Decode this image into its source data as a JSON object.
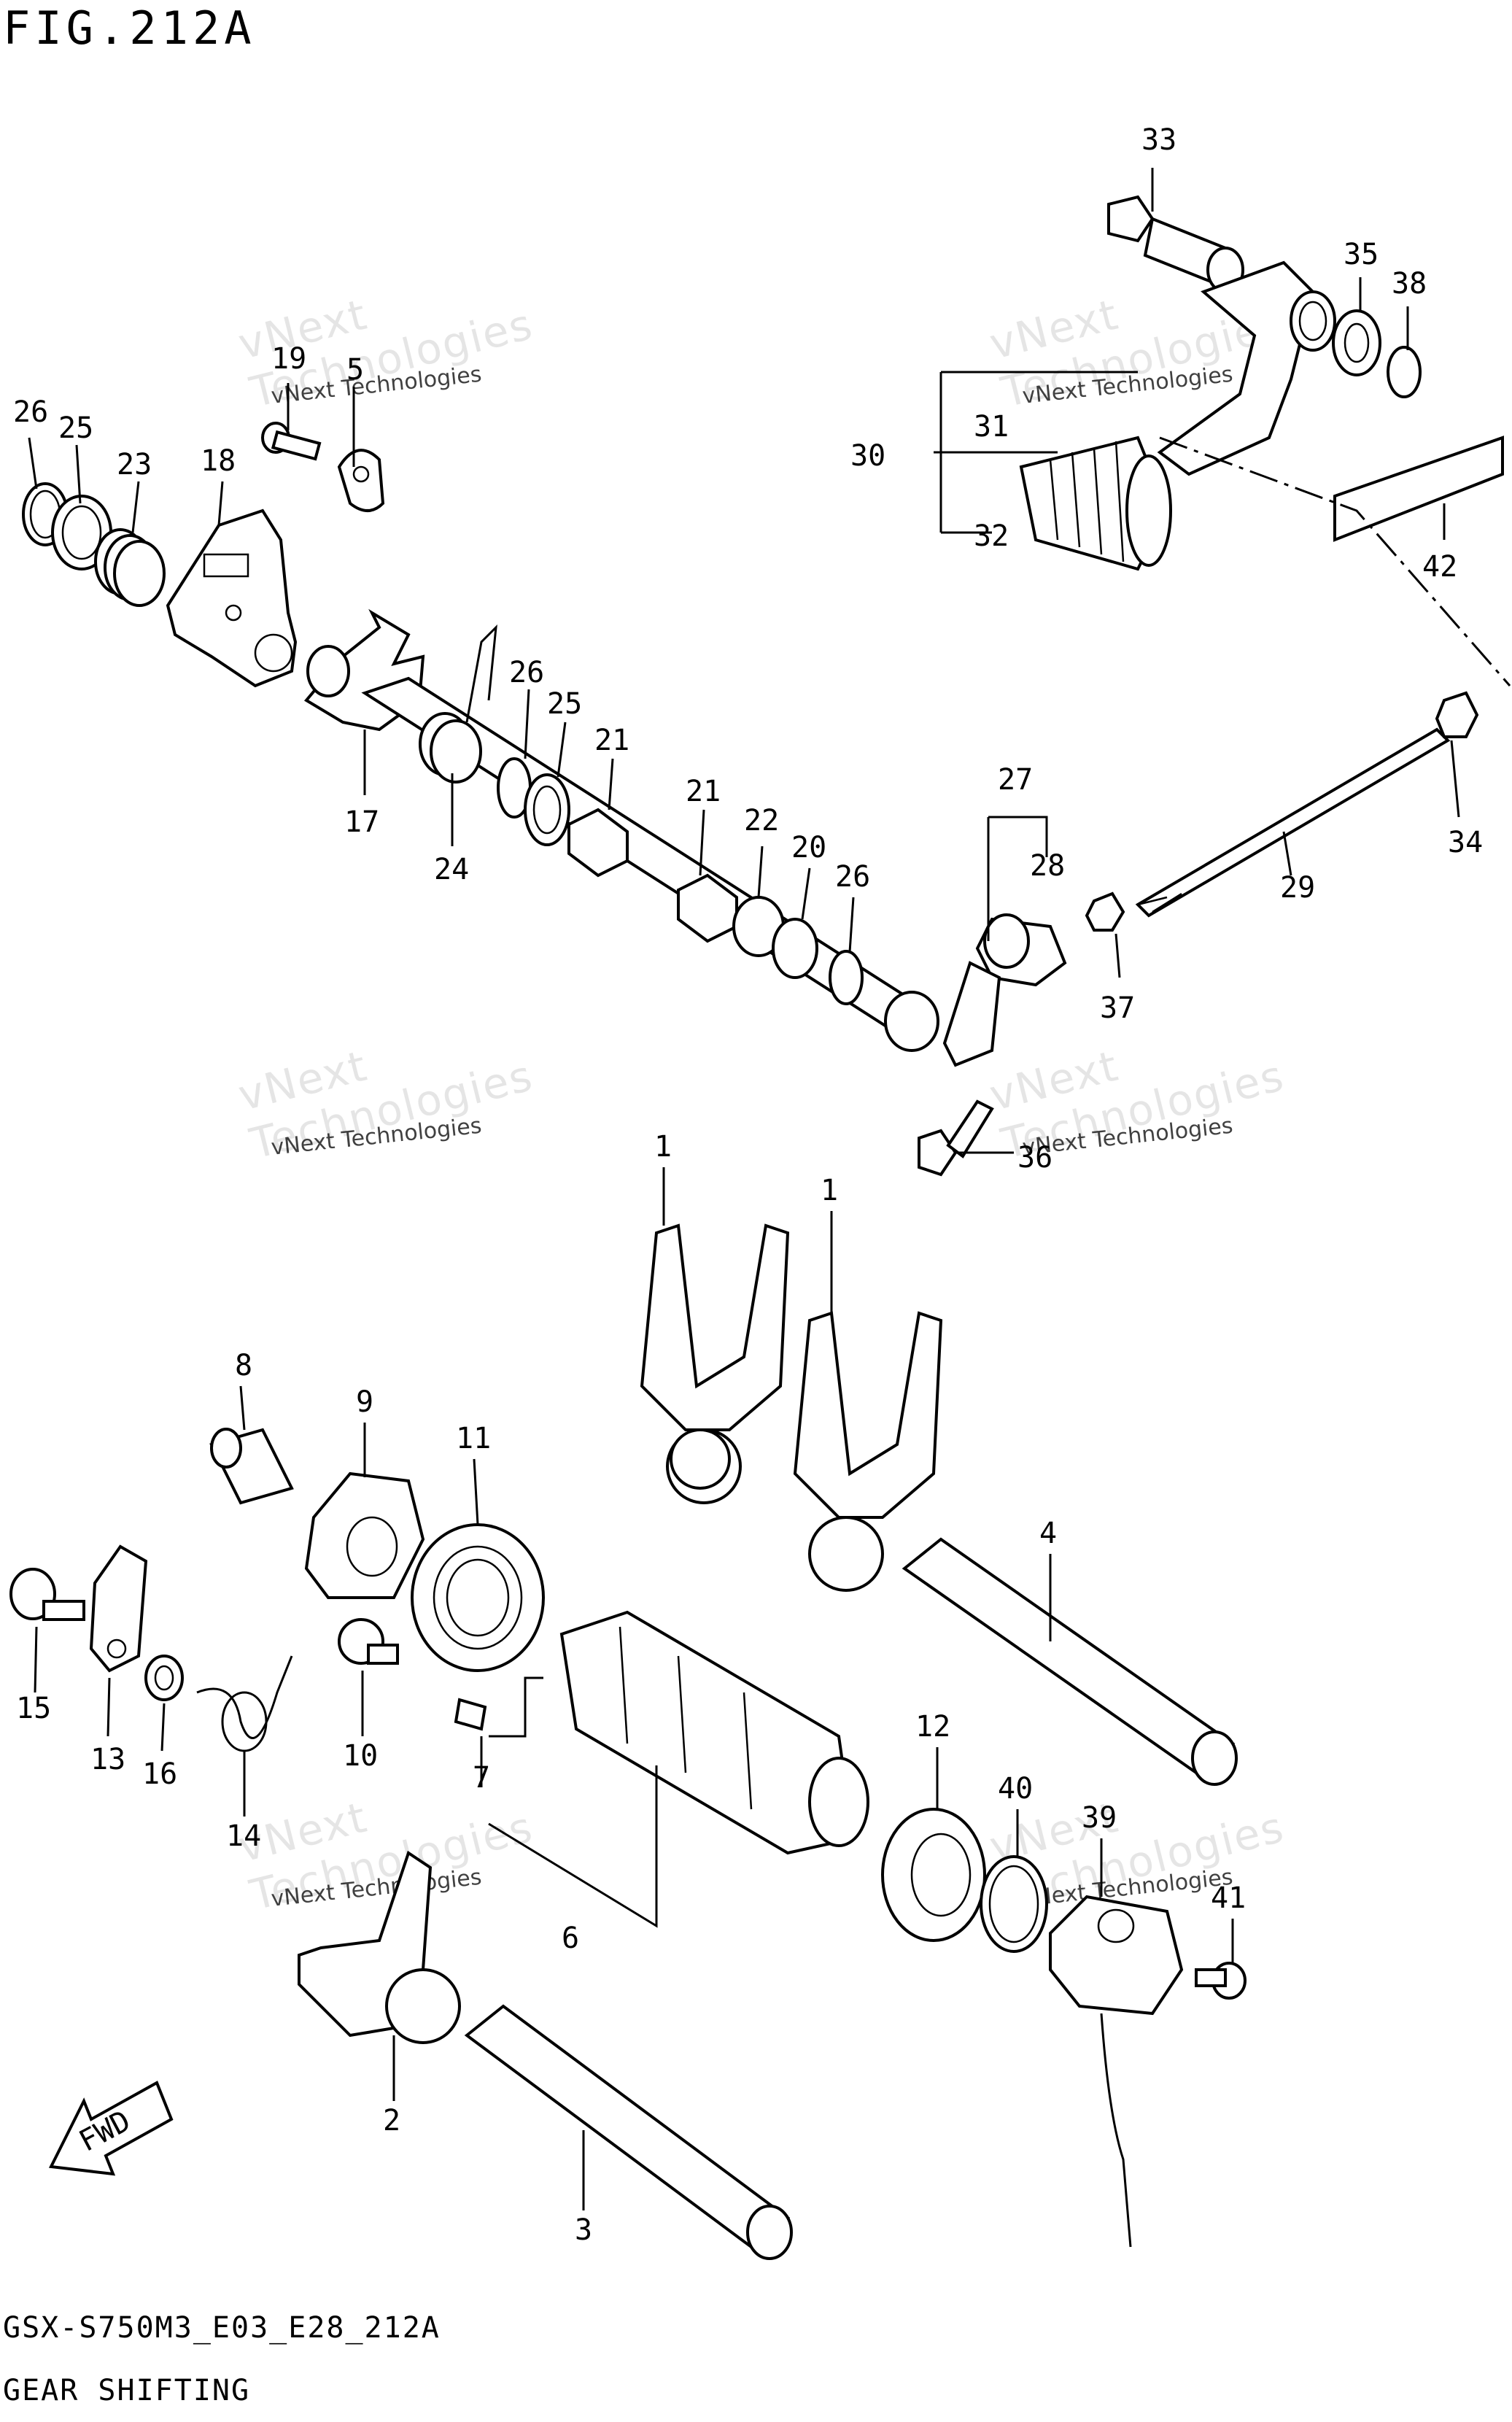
{
  "figure_title": "FIG.212A",
  "footer": {
    "model_code": "GSX-S750M3_E03_E28_212A",
    "section_name": "GEAR SHIFTING"
  },
  "watermark": {
    "brand_large": "vNext",
    "brand_sub": "Technologies",
    "brand_small": "vNext Technologies"
  },
  "callouts": {
    "c1a": "1",
    "c1b": "1",
    "c2": "2",
    "c3": "3",
    "c4": "4",
    "c5": "5",
    "c6": "6",
    "c7": "7",
    "c8": "8",
    "c9": "9",
    "c10": "10",
    "c11": "11",
    "c12": "12",
    "c13": "13",
    "c14": "14",
    "c15": "15",
    "c16": "16",
    "c17": "17",
    "c18": "18",
    "c19": "19",
    "c20": "20",
    "c21a": "21",
    "c21b": "21",
    "c22": "22",
    "c23": "23",
    "c24": "24",
    "c25a": "25",
    "c25b": "25",
    "c26a": "26",
    "c26b": "26",
    "c26c": "26",
    "c27": "27",
    "c28": "28",
    "c29": "29",
    "c30": "30",
    "c31": "31",
    "c32": "32",
    "c33": "33",
    "c34": "34",
    "c35": "35",
    "c36": "36",
    "c37": "37",
    "c38": "38",
    "c39": "39",
    "c40": "40",
    "c41": "41",
    "c42": "42"
  },
  "fwd_label": "FWD"
}
